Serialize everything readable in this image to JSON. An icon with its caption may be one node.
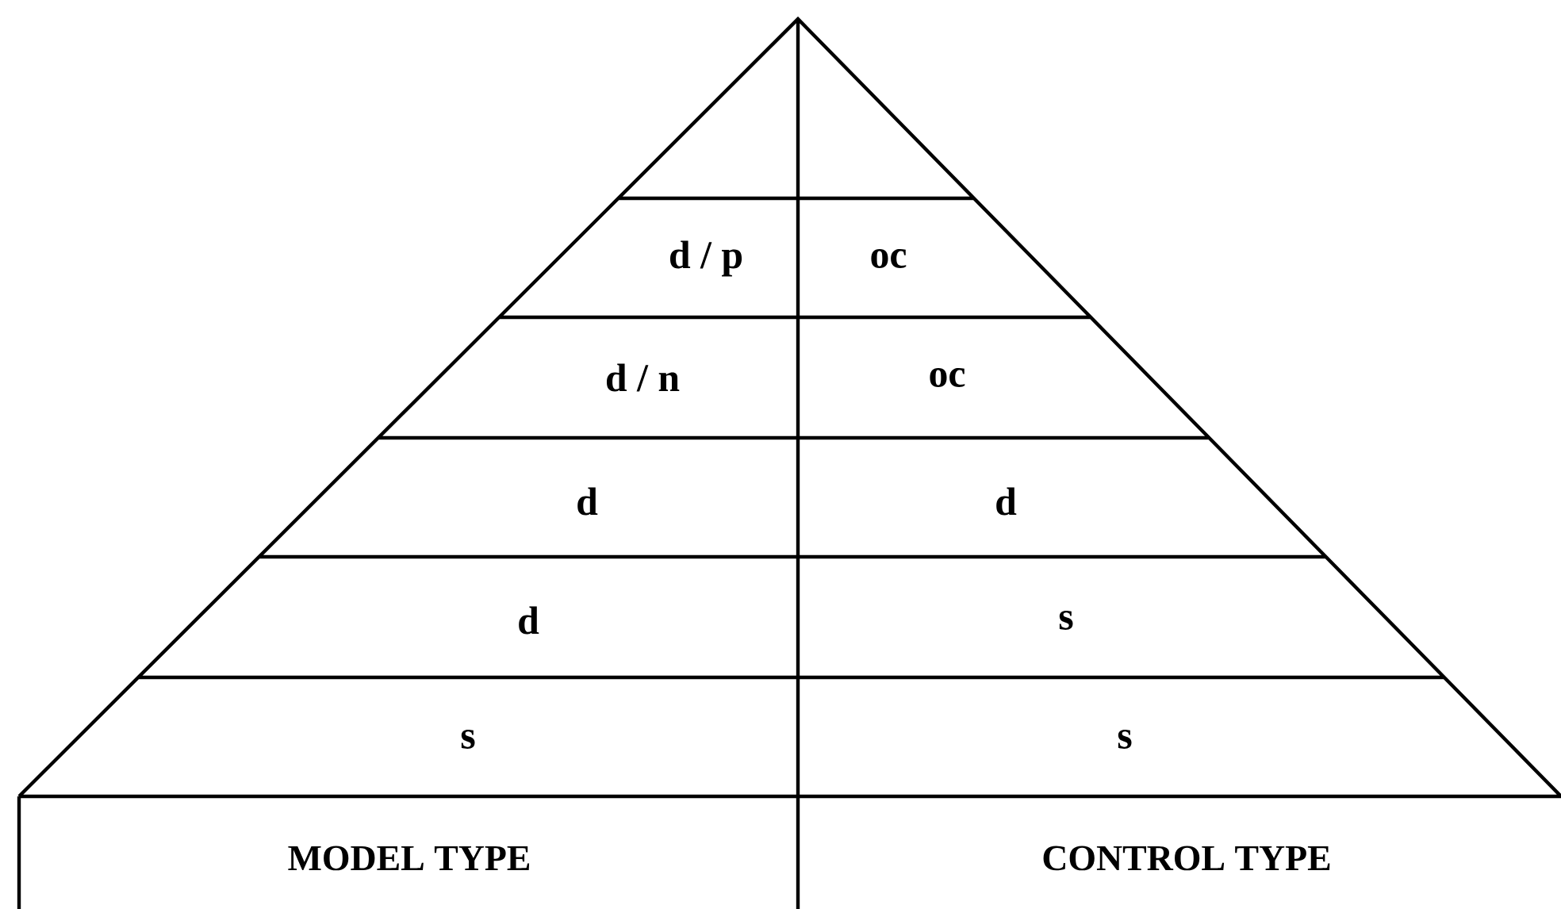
{
  "diagram": {
    "labels": [
      "d / p",
      "oc",
      "d / n",
      "oc",
      "d",
      "d",
      "d",
      "s",
      "s",
      "s",
      "MODEL TYPE",
      "CONTROL TYPE"
    ]
  }
}
